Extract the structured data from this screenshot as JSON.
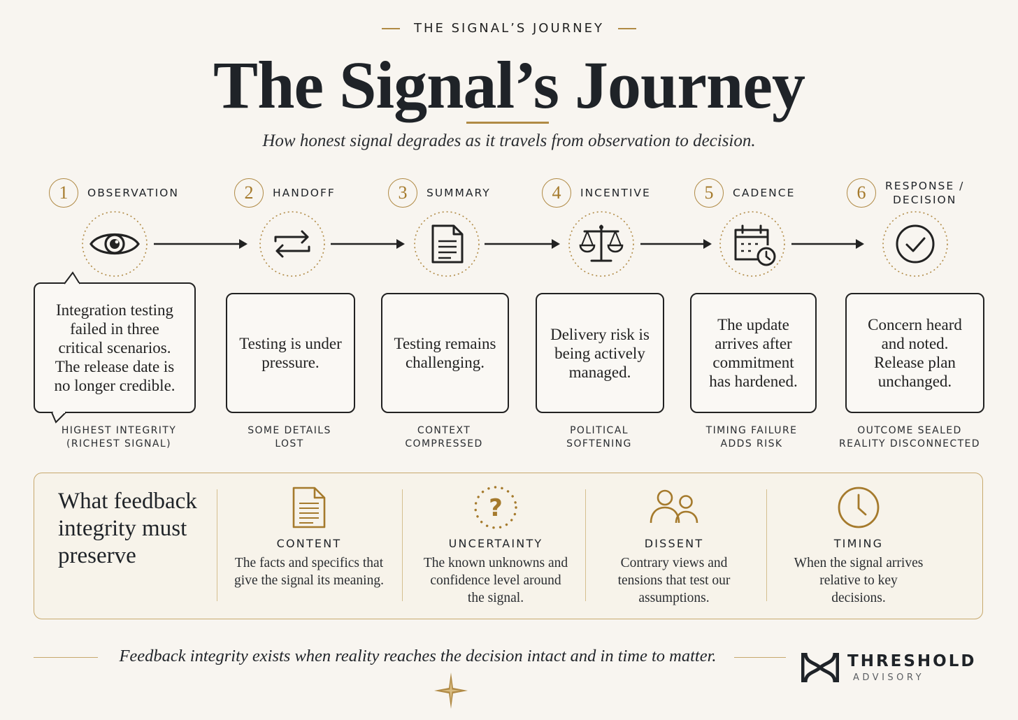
{
  "header": {
    "eyebrow": "THE SIGNAL’S JOURNEY",
    "title": "The Signal’s Journey",
    "subtitle": "How honest signal degrades as it travels from observation to decision."
  },
  "stages": [
    {
      "number": "1",
      "label": "OBSERVATION",
      "icon": "eye-icon",
      "text": "Integration testing failed in three critical scenarios. The release date is no longer credible.",
      "note_line1": "HIGHEST INTEGRITY",
      "note_line2": "(RICHEST SIGNAL)"
    },
    {
      "number": "2",
      "label": "HANDOFF",
      "icon": "exchange-arrows-icon",
      "text": "Testing is under pressure.",
      "note_line1": "SOME DETAILS",
      "note_line2": "LOST"
    },
    {
      "number": "3",
      "label": "SUMMARY",
      "icon": "document-icon",
      "text": "Testing remains challenging.",
      "note_line1": "CONTEXT",
      "note_line2": "COMPRESSED"
    },
    {
      "number": "4",
      "label": "INCENTIVE",
      "icon": "scales-icon",
      "text": "Delivery risk is being actively managed.",
      "note_line1": "POLITICAL",
      "note_line2": "SOFTENING"
    },
    {
      "number": "5",
      "label": "CADENCE",
      "icon": "calendar-clock-icon",
      "text": "The update arrives after commitment has hardened.",
      "note_line1": "TIMING FAILURE",
      "note_line2": "ADDS RISK"
    },
    {
      "number": "6",
      "label_line1": "RESPONSE /",
      "label_line2": "DECISION",
      "icon": "check-circle-icon",
      "text": "Concern heard and noted. Release plan unchanged.",
      "note_line1": "OUTCOME SEALED",
      "note_line2": "REALITY DISCONNECTED"
    }
  ],
  "panel": {
    "title": "What feedback integrity must preserve",
    "pillars": [
      {
        "label": "CONTENT",
        "icon": "document-icon",
        "text": "The facts and specifics that give the signal its meaning."
      },
      {
        "label": "UNCERTAINTY",
        "icon": "question-mark-icon",
        "text": "The known unknowns and confidence level around the signal."
      },
      {
        "label": "DISSENT",
        "icon": "people-icon",
        "text": "Contrary views and tensions that test our assumptions."
      },
      {
        "label": "TIMING",
        "icon": "clock-icon",
        "text": "When the signal arrives relative to key decisions."
      }
    ]
  },
  "footer": {
    "quote": "Feedback integrity exists when reality reaches the decision intact and in time to matter.",
    "brand_name": "THRESHOLD",
    "brand_sub": "ADVISORY"
  },
  "colors": {
    "accent": "#b08a45",
    "ink": "#1f2328",
    "background": "#f8f5f0"
  }
}
